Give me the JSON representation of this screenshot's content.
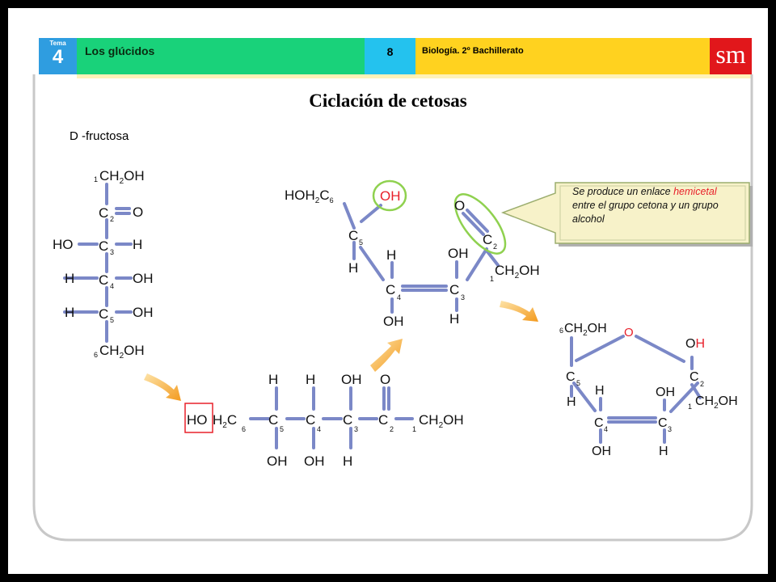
{
  "header": {
    "tema_label": "Tema",
    "tema_number": "4",
    "unit_title": "Los glúcidos",
    "page_number": "8",
    "course": "Biología. 2º Bachillerato",
    "logo": "sm"
  },
  "slide_title": "Ciclación de cetosas",
  "subtitle": "D -fructosa",
  "callout": {
    "text_before": "Se produce un enlace",
    "highlight": "hemicetal",
    "text_after": "entre el grupo cetona y un grupo alcohol"
  },
  "labels": {
    "ch2oh": "CH",
    "sub2": "2",
    "oh": "OH",
    "ho": "HO",
    "h": "H",
    "o": "O",
    "c": "C",
    "hoh2c": "HOH",
    "hoh2c_c": "C",
    "hoh2c_num": "6",
    "n1": "1",
    "n2": "2",
    "n3": "3",
    "n4": "4",
    "n5": "5",
    "n6": "6"
  },
  "colors": {
    "tema": "#2f9de0",
    "unit": "#19d27a",
    "page": "#24c2ee",
    "course": "#ffd21f",
    "logo": "#e1171b",
    "bond": "#7b88c7",
    "highlight_circle": "#8fd14f",
    "oh_red": "#e8202a",
    "arrow_orange": "#f5a623",
    "callout_bg": "#f7f2c9"
  }
}
